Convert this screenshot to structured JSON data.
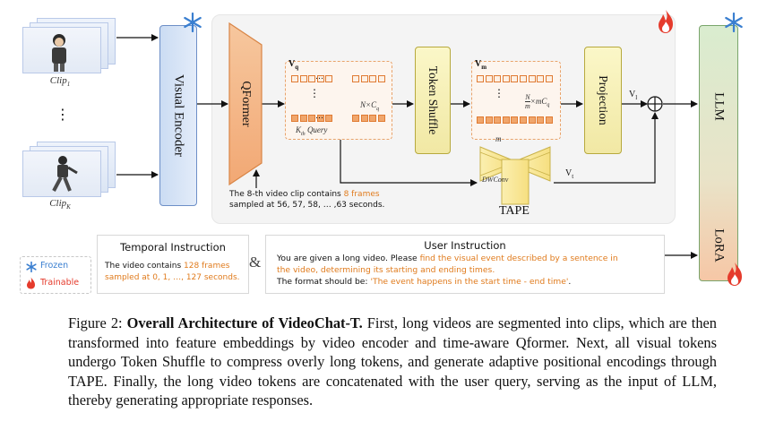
{
  "figure": {
    "clips": {
      "first_label": "Clip",
      "first_sub": "1",
      "last_label": "Clip",
      "last_sub": "K",
      "ellipsis": "⋮"
    },
    "visual_encoder": "Visual Encoder",
    "qformer": "QFormer",
    "query_grid": {
      "label_main": "V",
      "label_sub": "q",
      "dim_label": "N×C",
      "dim_sub": "q",
      "bottom_label": "K",
      "bottom_sub": "th",
      "bottom_label_rest": " Query",
      "vdots": "⋮"
    },
    "token_shuffle": "Token Shuffle",
    "merged_grid": {
      "label_main": "V",
      "label_sub": "m",
      "frac_num": "N",
      "frac_den": "m",
      "dim_rest": "×mC",
      "dim_sub": "q",
      "brace_label": "m",
      "vdots": "⋮"
    },
    "projection": "Projection",
    "vl_label": "V",
    "vl_sub": "l",
    "vt_label": "V",
    "vt_sub": "t",
    "dwconv": "DWConv",
    "tape": "TAPE",
    "llm": "LLM",
    "lora": "LoRA",
    "clip_note": {
      "part1": "The 8-th video clip contains ",
      "highlight1": "8 frames",
      "part2": "sampled at 56, 57, 58, … ,63 seconds."
    },
    "legend": {
      "frozen": "Frozen",
      "trainable": "Trainable"
    },
    "temporal": {
      "title": "Temporal Instruction",
      "line1a": "The video contains ",
      "line1b": "128 frames",
      "line2": "sampled at 0, 1, …, 127 seconds."
    },
    "ampersand": "&",
    "user": {
      "title": "User Instruction",
      "line1a": "You are given a long video. Please ",
      "line1b": "find the visual event described by a sentence in",
      "line2": "the video, determining its starting and ending times.",
      "line3a": "The format should be: ",
      "line3b": "'The event happens in the start time - end time'",
      "line3c": "."
    },
    "colors": {
      "orange": "#e07b1d",
      "frozen_blue": "#3a7fd0",
      "fire_red": "#e53b2c"
    },
    "icons": [
      "snowflake-icon",
      "fire-icon",
      "person-icon",
      "plus-circle-icon"
    ]
  },
  "caption": {
    "lead": "Figure 2: ",
    "bold": "Overall Architecture of VideoChat-T.",
    "rest": " First, long videos are segmented into clips, which are then transformed into feature embeddings by video encoder and time-aware Qformer. Next, all visual tokens undergo Token Shuffle to compress overly long tokens, and generate adaptive positional encodings through TAPE. Finally, the long video tokens are concatenated with the user query, serving as the input of LLM, thereby generating appropriate responses."
  }
}
